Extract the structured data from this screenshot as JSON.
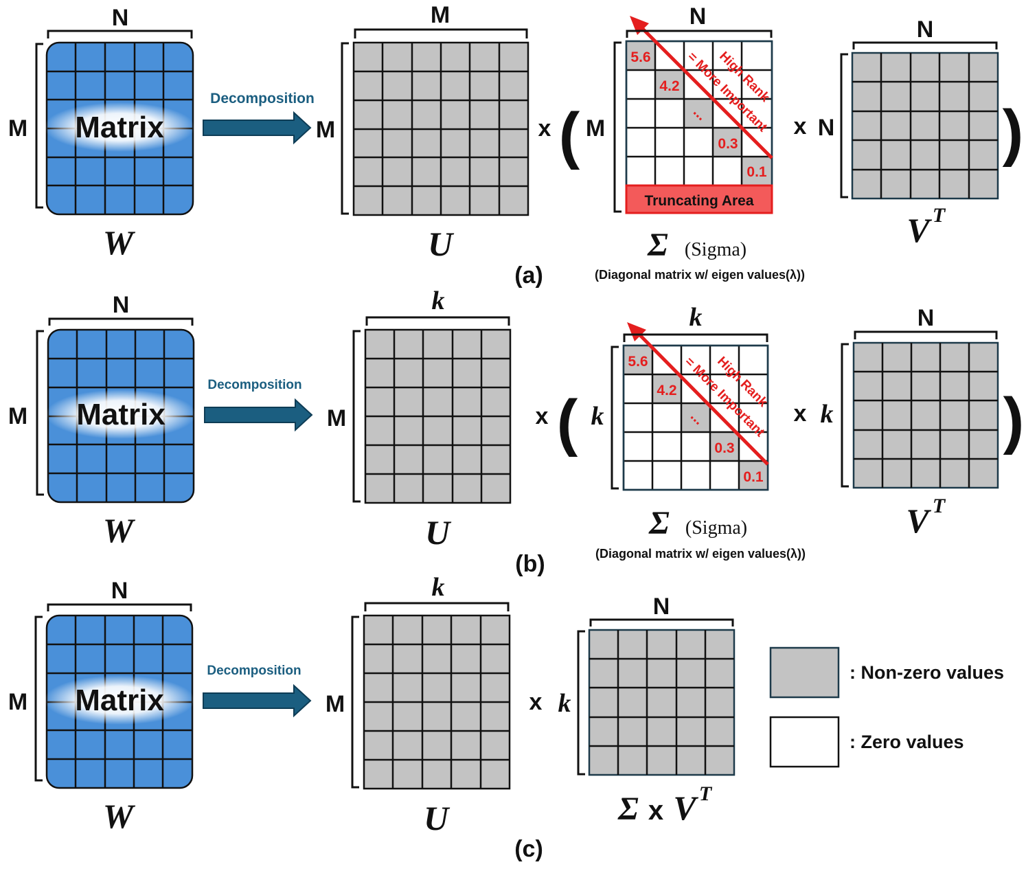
{
  "colors": {
    "matrix_fill": "#4a90d9",
    "nonzero_fill": "#c3c3c3",
    "zero_fill": "#ffffff",
    "arrow_fill": "#1b5e80",
    "decomposition_text": "#1b5e80",
    "highlight_red": "#e41e1e",
    "truncating_fill": "#f35a5a"
  },
  "common": {
    "matrix_text": "Matrix",
    "decomposition": "Decomposition",
    "w_label": "W",
    "u_label": "U",
    "vt_base": "V",
    "vt_sup": "T",
    "times": "x",
    "sigma_symbol": "Σ",
    "sigma_word": "(Sigma)",
    "sigma_caption": "(Diagonal matrix w/ eigen values(λ))",
    "diag_values": [
      "5.6",
      "4.2",
      "...",
      "0.3",
      "0.1"
    ],
    "rank_line1": "High Rank",
    "rank_line2": "= More Important",
    "paren_open": "(",
    "paren_close": ")"
  },
  "panel_a": {
    "label": "(a)",
    "w_top": "N",
    "w_side": "M",
    "u_top": "M",
    "u_side": "M",
    "sigma_top": "N",
    "sigma_side": "M",
    "vt_top": "N",
    "vt_side": "N",
    "truncating": "Truncating Area"
  },
  "panel_b": {
    "label": "(b)",
    "w_top": "N",
    "w_side": "M",
    "u_top": "k",
    "u_side": "M",
    "sigma_top": "k",
    "sigma_side": "k",
    "vt_top": "N",
    "vt_side": "k"
  },
  "panel_c": {
    "label": "(c)",
    "w_top": "N",
    "w_side": "M",
    "u_top": "k",
    "u_side": "M",
    "svt_top": "N",
    "svt_side": "k",
    "svt_label_sigma": "Σ",
    "svt_label_x": "x",
    "svt_label_v": "V",
    "svt_label_sup": "T"
  },
  "legend": {
    "nonzero": ": Non-zero values",
    "zero": ": Zero values"
  }
}
